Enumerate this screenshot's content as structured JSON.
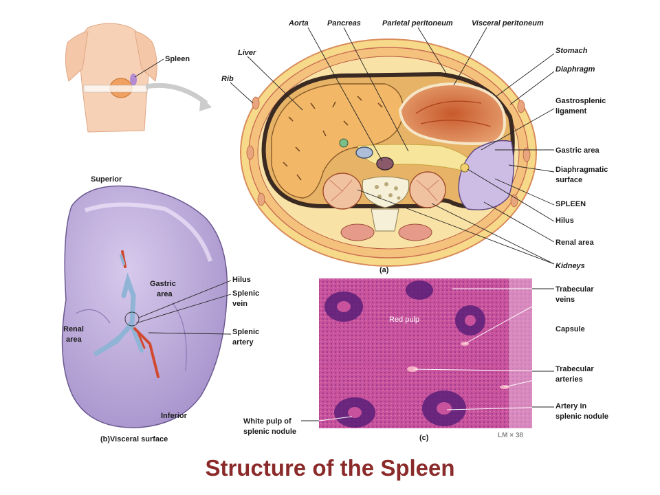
{
  "title": "Structure of the Spleen",
  "colors": {
    "title": "#8b2a2a",
    "spleen": "#b9a6d8",
    "liver": "#efbd6e",
    "vein": "#8fb4d6",
    "artery": "#d1492e",
    "histology": "#c64a9a"
  },
  "labels": {
    "a_caption": "(a)",
    "body_spleen": "Spleen",
    "aorta": "Aorta",
    "pancreas": "Pancreas",
    "parietal_peritoneum": "Parietal peritoneum",
    "visceral_peritoneum": "Visceral peritoneum",
    "liver": "Liver",
    "rib": "Rib",
    "stomach": "Stomach",
    "diaphragm": "Diaphragm",
    "gastrosplenic_1": "Gastrosplenic",
    "gastrosplenic_2": "ligament",
    "gastric_area_a": "Gastric area",
    "diaphragmatic_1": "Diaphragmatic",
    "diaphragmatic_2": "surface",
    "spleen_caps": "SPLEEN",
    "hilus_a": "Hilus",
    "renal_area_a": "Renal area",
    "kidneys": "Kidneys",
    "superior": "Superior",
    "inferior": "Inferior",
    "gastric_area_b_1": "Gastric",
    "gastric_area_b_2": "area",
    "renal_area_b_1": "Renal",
    "renal_area_b_2": "area",
    "hilus_b": "Hilus",
    "splenic_vein_1": "Splenic",
    "splenic_vein_2": "vein",
    "splenic_artery_1": "Splenic",
    "splenic_artery_2": "artery",
    "b_caption": "(b)Visceral surface",
    "trabecular_veins_1": "Trabecular",
    "trabecular_veins_2": "veins",
    "capsule": "Capsule",
    "trabecular_arteries_1": "Trabecular",
    "trabecular_arteries_2": "arteries",
    "artery_nodule_1": "Artery in",
    "artery_nodule_2": "splenic nodule",
    "white_pulp_1": "White pulp of",
    "white_pulp_2": "splenic nodule",
    "red_pulp": "Red pulp",
    "c_caption": "(c)",
    "magnification": "LM × 38"
  }
}
